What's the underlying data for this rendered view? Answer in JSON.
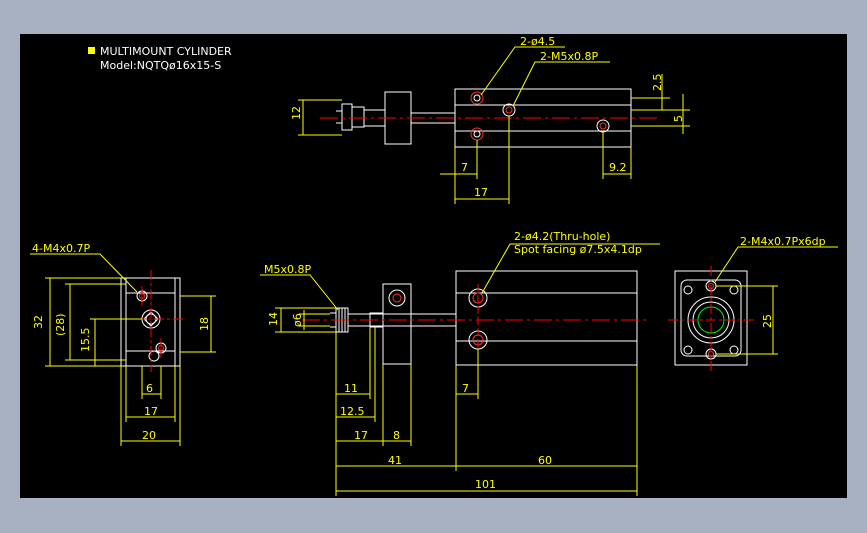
{
  "title": {
    "line1": "MULTIMOUNT CYLINDER",
    "line2": "Model:NQTQø16x15-S"
  },
  "colors": {
    "background": "#000000",
    "frame": "#a7b1c2",
    "outline": "#ffffff",
    "dimension": "#ffff00",
    "centerline": "#ff0000",
    "hole_ring": "#00ff00",
    "title_bullet": "#ffff00"
  },
  "top_view": {
    "notes": [
      "2-ø4.5",
      "2-M5x0.8P"
    ],
    "dims": [
      "12",
      "2.5",
      "5",
      "7",
      "17",
      "9.2"
    ]
  },
  "left_view": {
    "notes": [
      "4-M4x0.7P"
    ],
    "dims": [
      "32",
      "(28)",
      "15.5",
      "18",
      "6",
      "17",
      "20"
    ]
  },
  "front_view": {
    "notes": [
      "M5x0.8P",
      "2-ø4.2(Thru-hole)",
      "Spot facing ø7.5x4.1dp"
    ],
    "dims": [
      "14",
      "ø6",
      "11",
      "12.5",
      "17",
      "8",
      "7",
      "41",
      "60",
      "101"
    ]
  },
  "right_view": {
    "notes": [
      "2-M4x0.7Px6dp"
    ],
    "dims": [
      "25"
    ]
  }
}
